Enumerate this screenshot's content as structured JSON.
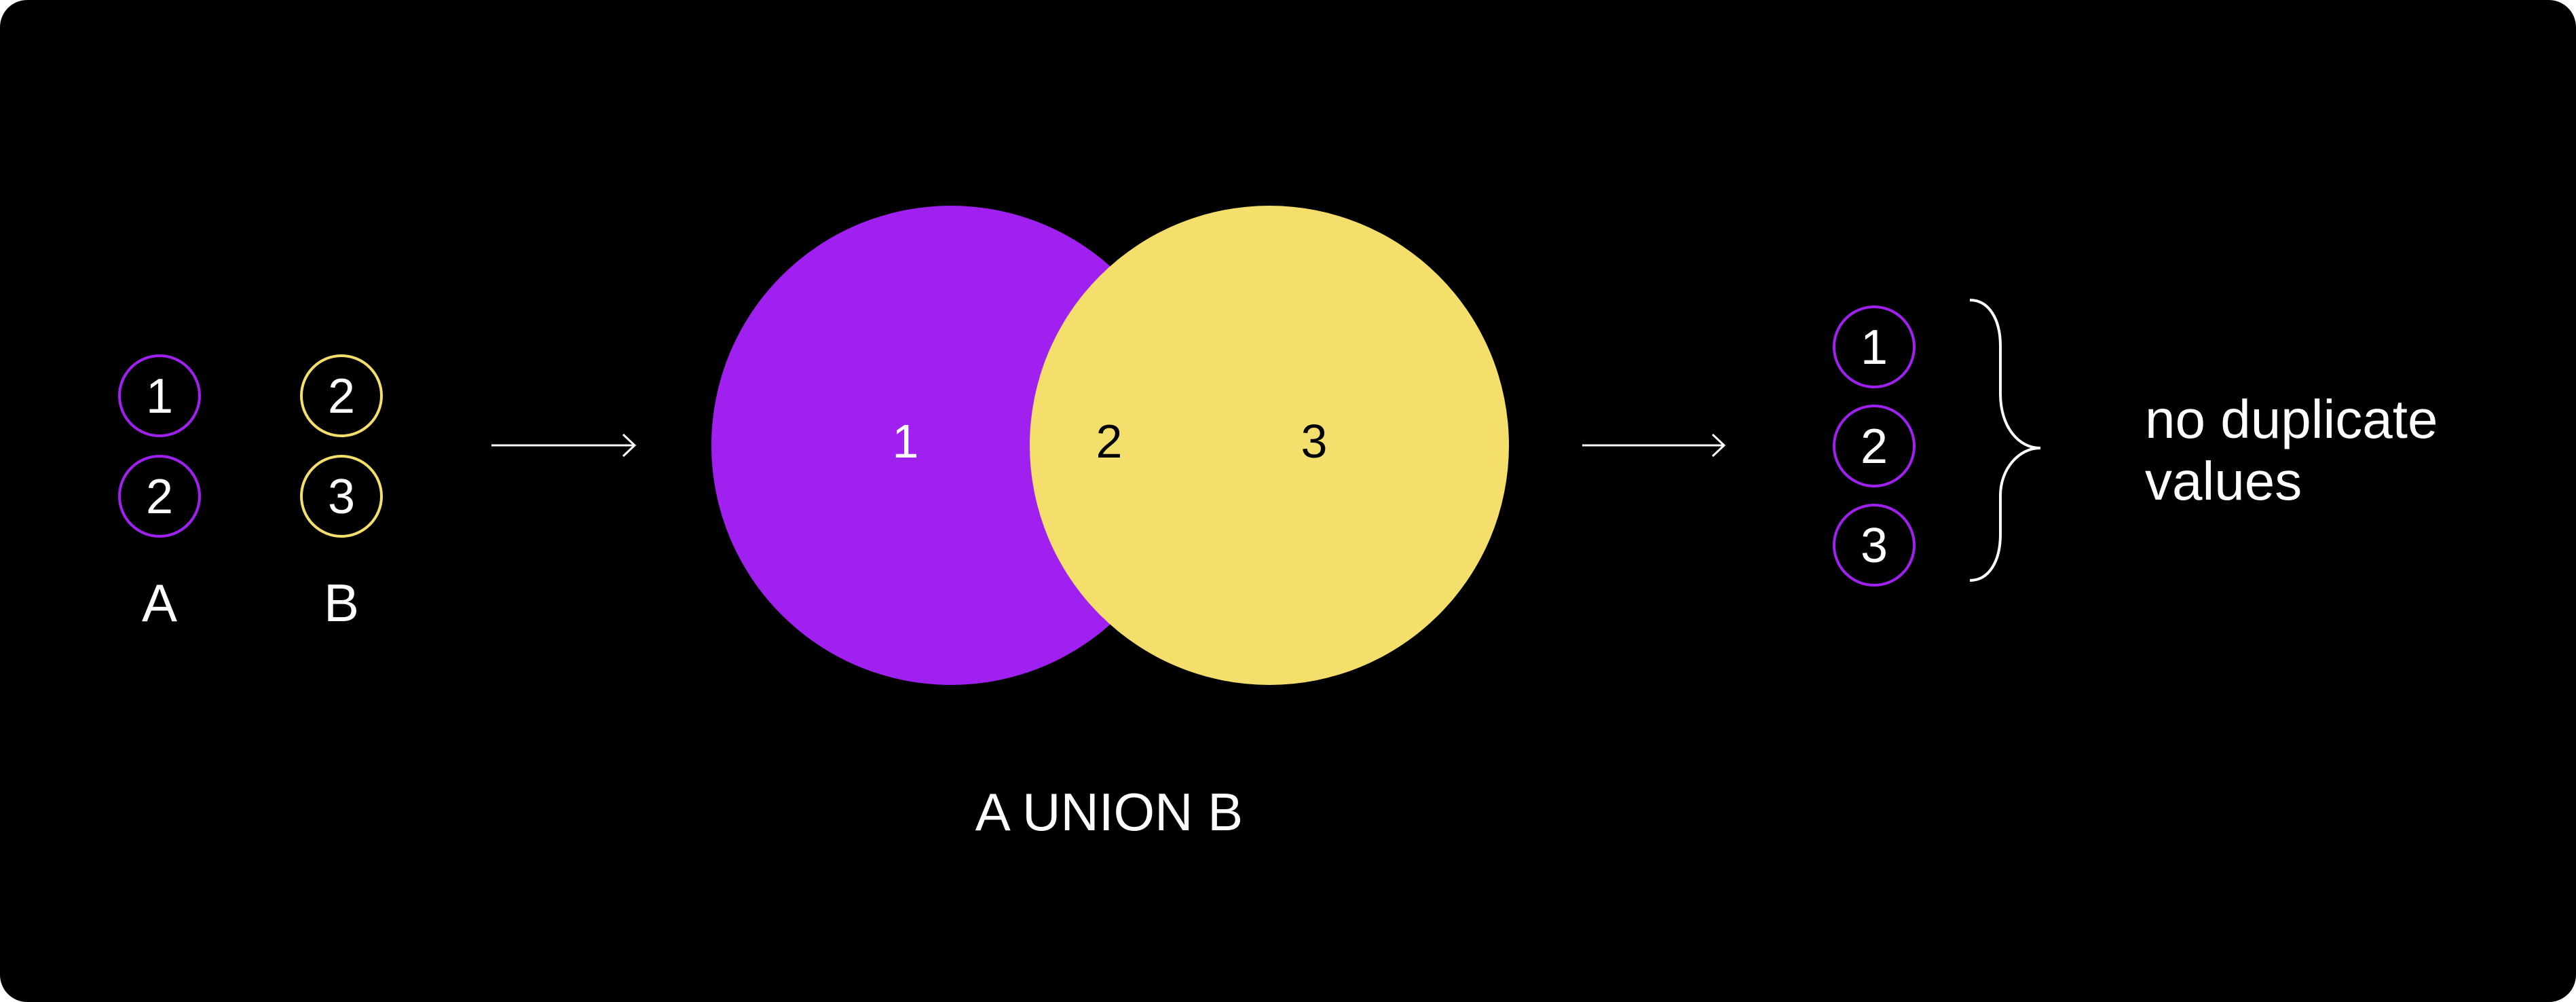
{
  "colors": {
    "background": "#000000",
    "set_a": "#A020F0",
    "set_b": "#F4DE6C",
    "text": "#FFFFFF"
  },
  "set_a": {
    "label": "A",
    "items": [
      "1",
      "2"
    ]
  },
  "set_b": {
    "label": "B",
    "items": [
      "2",
      "3"
    ]
  },
  "venn": {
    "left_only": "1",
    "overlap": "2",
    "right_only": "3",
    "caption": "A UNION B"
  },
  "result": {
    "items": [
      "1",
      "2",
      "3"
    ],
    "note_line1": "no duplicate",
    "note_line2": "values"
  }
}
